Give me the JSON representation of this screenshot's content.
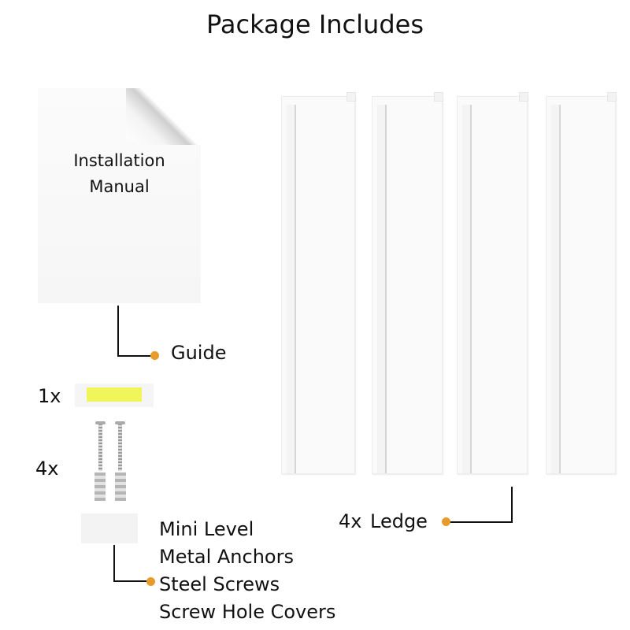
{
  "title": "Package Includes",
  "manual": {
    "line1": "Installation",
    "line2": "Manual"
  },
  "labels": {
    "guide": "Guide",
    "level_qty": "1x",
    "hardware_qty": "4x",
    "ledge_qty": "4x",
    "ledge": "Ledge",
    "hardware_items": [
      "Mini Level",
      "Metal Anchors",
      "Steel Screws",
      "Screw Hole Covers"
    ]
  },
  "colors": {
    "accent_dot": "#e69b2a"
  }
}
